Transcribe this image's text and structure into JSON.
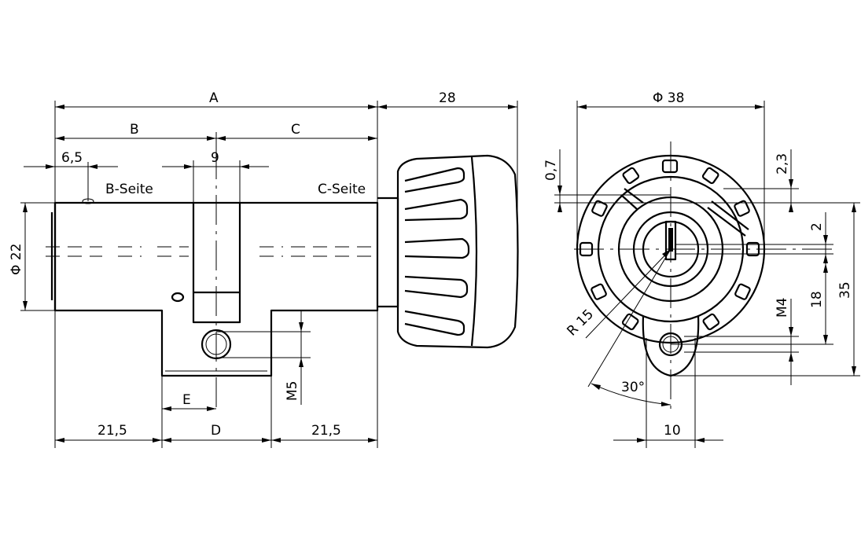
{
  "labels": {
    "A": "A",
    "B": "B",
    "C": "C",
    "D": "D",
    "E": "E",
    "dim_28": "28",
    "dim_6_5": "6,5",
    "dim_9": "9",
    "b_seite": "B-Seite",
    "c_seite": "C-Seite",
    "dia_22": "Φ 22",
    "m5": "M5",
    "dim_21_5_left": "21,5",
    "dim_21_5_right": "21,5",
    "dia_38": "Φ 38",
    "dim_0_7": "0,7",
    "dim_2_3": "2,3",
    "dim_2": "2",
    "m4": "M4",
    "dim_18": "18",
    "dim_35": "35",
    "r15": "R 15",
    "angle_30": "30°",
    "dim_10": "10"
  }
}
